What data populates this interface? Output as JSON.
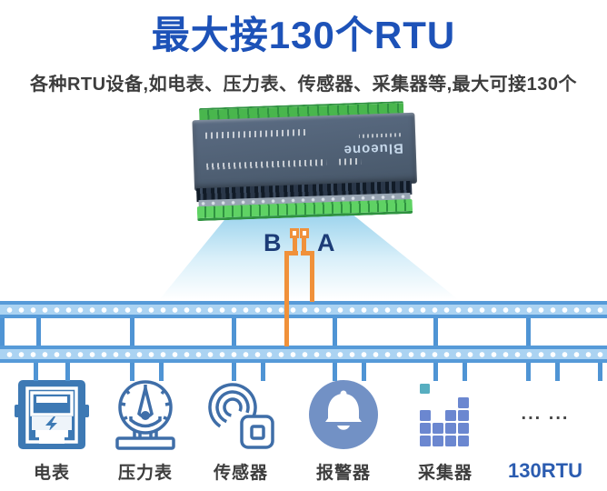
{
  "header": {
    "title": "最大接130个RTU",
    "subtitle": "各种RTU设备,如电表、压力表、传感器、采集器等,最大可接130个"
  },
  "device": {
    "brand": "Blueone"
  },
  "wiring": {
    "left_label": "B",
    "right_label": "A"
  },
  "items": [
    {
      "icon": "electric-meter-icon",
      "label": "电表"
    },
    {
      "icon": "pressure-gauge-icon",
      "label": "压力表"
    },
    {
      "icon": "sensor-icon",
      "label": "传感器"
    },
    {
      "icon": "alarm-bell-icon",
      "label": "报警器"
    },
    {
      "icon": "collector-blocks-icon",
      "label": "采集器"
    },
    {
      "icon": "ellipsis-more-icon",
      "dots": "... ...",
      "label": "130RTU"
    }
  ],
  "colors": {
    "title_blue": "#1d52b8",
    "text_dark": "#3d3d3d",
    "bus_fill": "#abd3f2",
    "bus_border": "#569ad8",
    "tap_blue": "#4f94d4",
    "wire_orange": "#f0913a",
    "icon_blue": "#3d79b4",
    "icon_stroke": "#3f6ea8",
    "alarm_fill": "#7291c5",
    "collector_blue": "#6b87d0",
    "collector_teal": "#57aec0",
    "navy": "#1c3c77",
    "rtu_blue": "#2b5cb0",
    "device_body": "#4d5e75",
    "terminal_green": "#49b64d"
  }
}
